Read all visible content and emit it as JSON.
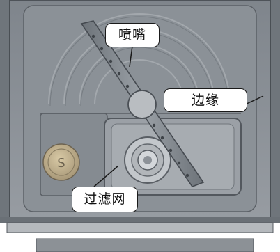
{
  "labels": {
    "nozzle": "喷嘴",
    "edge": "边缘",
    "filter": "过滤网"
  },
  "colors": {
    "tub": "#8d939a",
    "tub_edge": "#4a4f55",
    "callout_border": "#1a1a1a"
  }
}
